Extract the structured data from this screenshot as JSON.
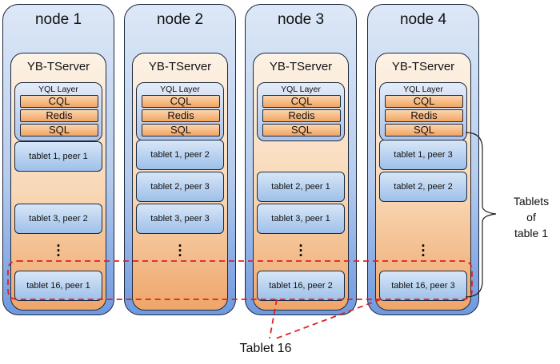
{
  "nodes": [
    {
      "title": "node 1",
      "server": "YB-TServer",
      "layer": "YQL Layer",
      "apis": [
        "CQL",
        "Redis",
        "SQL"
      ],
      "tablets": [
        "tablet 1, peer 1",
        "tablet 3, peer 2",
        "tablet 16, peer 1"
      ]
    },
    {
      "title": "node 2",
      "server": "YB-TServer",
      "layer": "YQL Layer",
      "apis": [
        "CQL",
        "Redis",
        "SQL"
      ],
      "tablets": [
        "tablet 1, peer 2",
        "tablet 2, peer 3",
        "tablet 3, peer 3"
      ]
    },
    {
      "title": "node 3",
      "server": "YB-TServer",
      "layer": "YQL Layer",
      "apis": [
        "CQL",
        "Redis",
        "SQL"
      ],
      "tablets": [
        "tablet 2, peer 1",
        "tablet 3, peer 1",
        "tablet 16, peer 2"
      ]
    },
    {
      "title": "node 4",
      "server": "YB-TServer",
      "layer": "YQL Layer",
      "apis": [
        "CQL",
        "Redis",
        "SQL"
      ],
      "tablets": [
        "tablet 1, peer 3",
        "tablet 2, peer 2",
        "tablet 16, peer 3"
      ]
    }
  ],
  "dots": ".\n.\n.",
  "brace_label": "Tablets\nof\ntable 1",
  "tablet16_label": "Tablet 16",
  "colors": {
    "node": "#b7cdee",
    "tserver": "#f8d7b4",
    "api": "#f2a462",
    "tablet": "#9ec0ea",
    "dashed": "#e02020"
  }
}
